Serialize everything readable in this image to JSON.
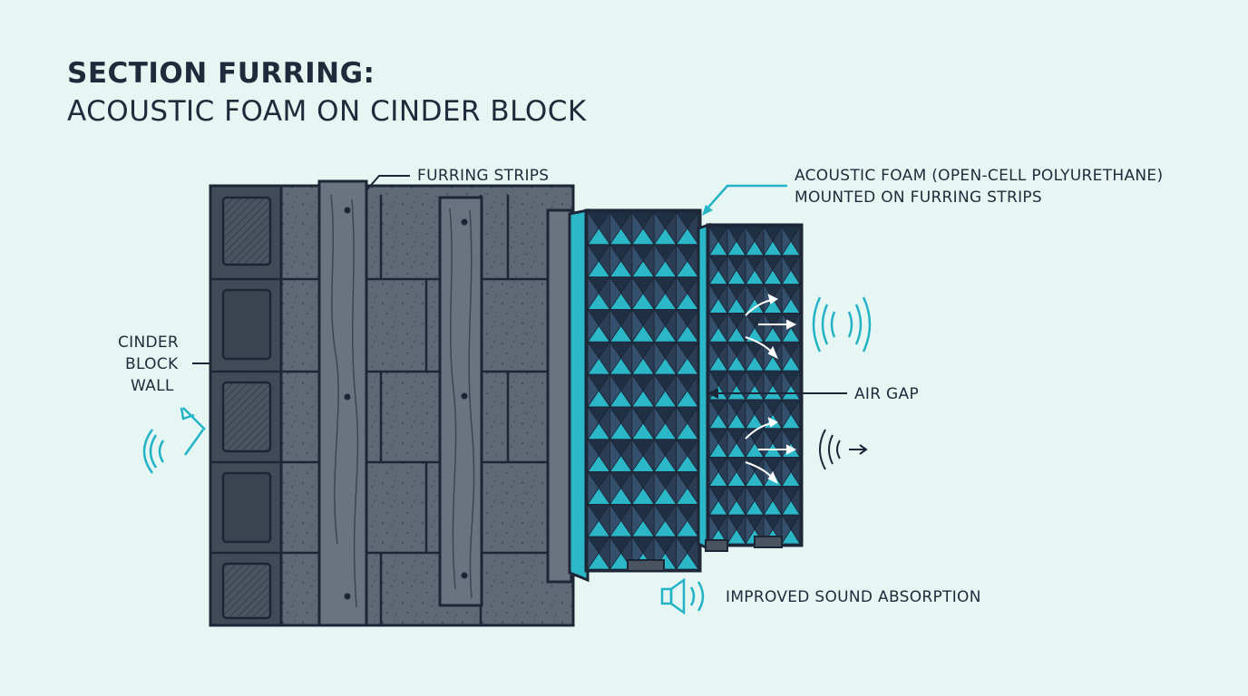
{
  "title": {
    "line1": "SECTION FURRING:",
    "line2": "ACOUSTIC FOAM ON CINDER BLOCK"
  },
  "labels": {
    "furring_strips": "FURRING STRIPS",
    "foam_line1": "ACOUSTIC FOAM (OPEN-CELL POLYURETHANE)",
    "foam_line2": "MOUNTED ON FURRING STRIPS",
    "cinder_line1": "CINDER",
    "cinder_line2": "BLOCK",
    "cinder_line3": "WALL",
    "air_gap": "AIR GAP",
    "improved": "IMPROVED SOUND ABSORPTION"
  },
  "colors": {
    "background": "#e6f6f3",
    "outline": "#1c2636",
    "block": "#5b6572",
    "block_dark": "#3c4552",
    "wood": "#6a7480",
    "foam_dark": "#2a3d55",
    "foam_accent": "#2bb7c8",
    "accent": "#22b3c6"
  },
  "icons": [
    "sound-wave-icon",
    "speaker-icon",
    "arrow-icon"
  ]
}
